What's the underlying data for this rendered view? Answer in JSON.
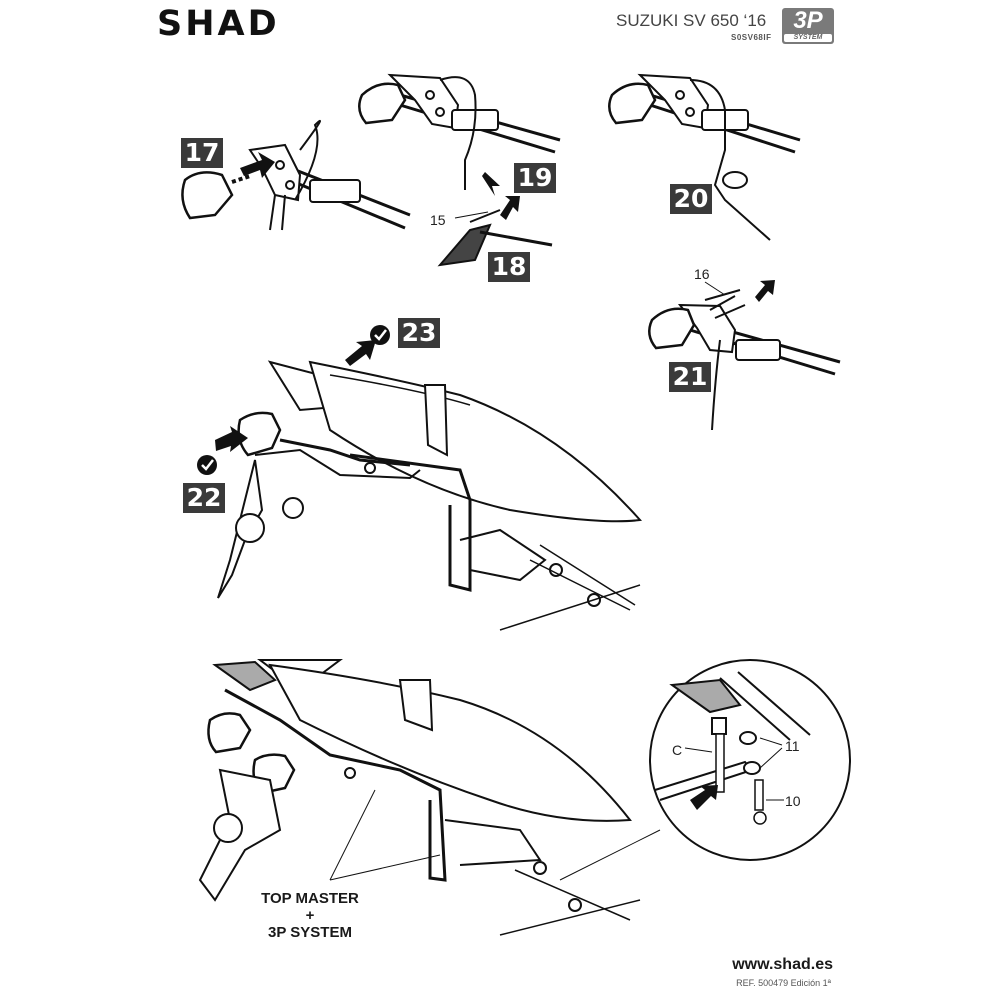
{
  "header": {
    "brand": "SHAD",
    "model": "SUZUKI SV 650 ‘16",
    "code": "S0SV68IF",
    "badge_main": "3P",
    "badge_sub": "SYSTEM"
  },
  "steps": [
    "17",
    "18",
    "19",
    "20",
    "21",
    "22",
    "23"
  ],
  "callouts": {
    "c15": "15",
    "c16": "16",
    "c11": "11",
    "c10": "10",
    "cC": "C"
  },
  "labels": {
    "line1": "TOP MASTER",
    "line2": "+",
    "line3": "3P SYSTEM"
  },
  "footer": {
    "url": "www.shad.es",
    "ref": "REF. 500479 Edición 1ª"
  }
}
